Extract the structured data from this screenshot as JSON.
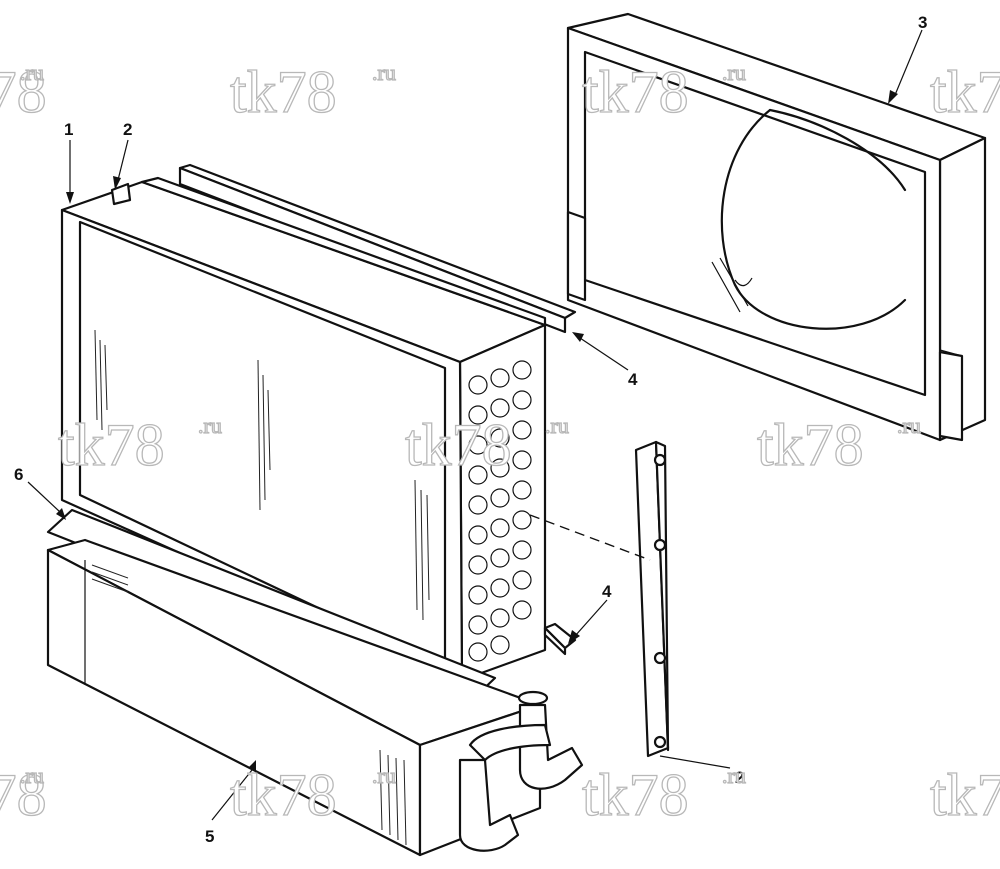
{
  "callouts": {
    "c1": "1",
    "c2_top": "2",
    "c3": "3",
    "c4_top": "4",
    "c4_bottom": "4",
    "c2_bottom": "2",
    "c5": "5",
    "c6": "6"
  },
  "watermark": {
    "main": "tk78",
    "suffix": ".ru"
  },
  "colors": {
    "ink": "#111111",
    "watermark_stroke": "#b8b8b8",
    "background": "#ffffff"
  }
}
